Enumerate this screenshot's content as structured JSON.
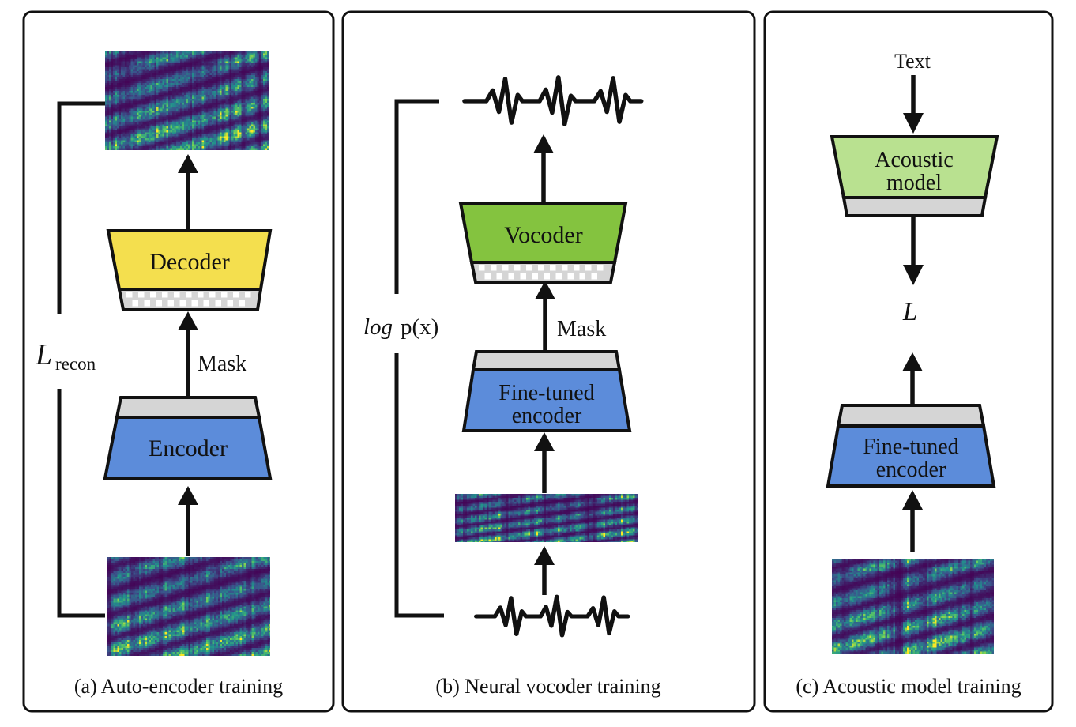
{
  "figure": {
    "panel_a": {
      "caption": "(a) Auto-encoder training",
      "loss_base": "L",
      "loss_sub": "recon",
      "mask_label": "Mask",
      "decoder_label": "Decoder",
      "encoder_label": "Encoder"
    },
    "panel_b": {
      "caption": "(b) Neural vocoder training",
      "loss_italic": "log",
      "loss_rest": "p(x)",
      "mask_label": "Mask",
      "vocoder_label": "Vocoder",
      "encoder_label_line1": "Fine-tuned",
      "encoder_label_line2": "encoder"
    },
    "panel_c": {
      "caption": "(c) Acoustic model training",
      "input_label": "Text",
      "acoustic_label_line1": "Acoustic",
      "acoustic_label_line2": "model",
      "loss_label": "L",
      "encoder_label_line1": "Fine-tuned",
      "encoder_label_line2": "encoder"
    },
    "colors": {
      "decoder_fill": "#F4DF4E",
      "encoder_fill": "#5C8CDA",
      "vocoder_fill": "#84C33F",
      "acoustic_fill": "#B9E190",
      "strip_fill": "#D5D5D5",
      "line": "#111111"
    }
  }
}
